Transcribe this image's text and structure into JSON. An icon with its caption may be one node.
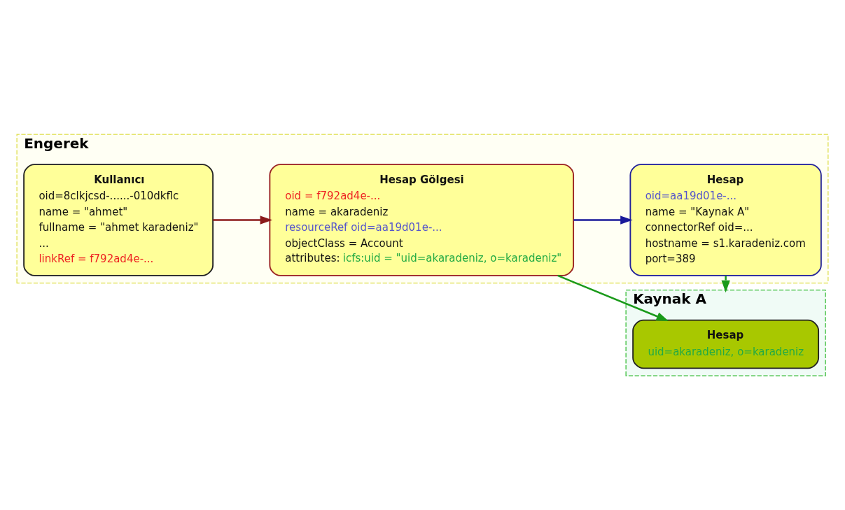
{
  "diagram": {
    "nodes": [
      {
        "text": [
          "Kaynak A"
        ]
      },
      {
        "text": [
          "Hesap",
          "uid=akaradeniz, o=karadeniz"
        ],
        "in": 0
      },
      {
        "text": [
          "Engerek"
        ]
      },
      {
        "text": [
          "Kullanıcı",
          "oid=8clkjcsd-......-010dkflc",
          "name = \"ahmet\"",
          "fullname = \"ahmet karadeniz\"",
          "...",
          "linkRef = f792ad4e-..."
        ],
        "in": 2
      },
      {
        "text": [
          "Hesap Gölgesi",
          "oid = f792ad4e-...",
          "name = akaradeniz",
          "resourceRef oid=aa19d01e-...",
          "objectClass = Account",
          "attributes:",
          "icfs:uid = \"uid=akaradeniz, o=karadeniz\""
        ],
        "in": 2
      },
      {
        "text": [
          "Hesap",
          "oid=aa19d01e-...",
          "name = \"Kaynak A\"",
          "connectorRef oid=...",
          "hostname = s1.karadeniz.com",
          "port=389"
        ],
        "in": 2
      }
    ],
    "edges": [
      {
        "from": 3,
        "to": 4,
        "arrow": "to",
        "color": "#8b1a1a"
      },
      {
        "from": 4,
        "to": 1,
        "arrow": "to",
        "color": "#1a9a1a"
      },
      {
        "from": 4,
        "to": 5,
        "arrow": "to",
        "color": "#1a1a9a"
      },
      {
        "from": 5,
        "to": 0,
        "arrow": "to",
        "style": "dashed",
        "color": "#1a9a1a"
      }
    ]
  }
}
